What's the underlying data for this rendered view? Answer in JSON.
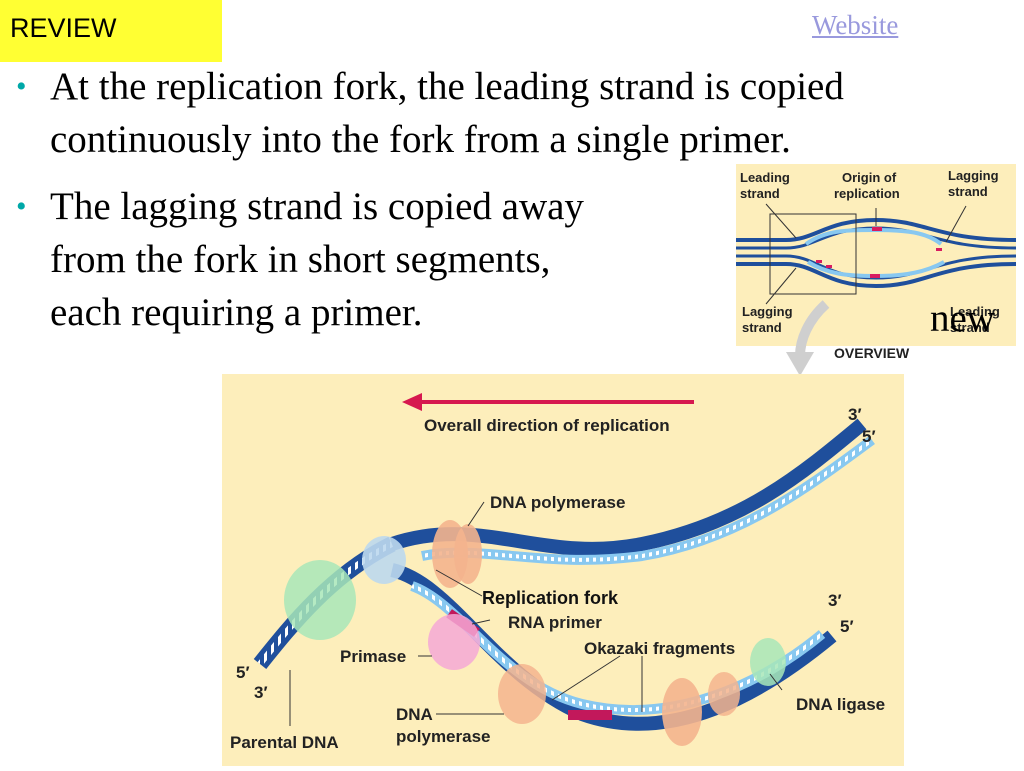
{
  "header": {
    "review_label": "REVIEW",
    "website_link": "Website"
  },
  "bullets": [
    "At the replication fork, the leading strand is copied continuously into the fork from a single primer.",
    "The lagging strand is copied away from the fork in short segments, each requiring a primer."
  ],
  "overlay_word": "new",
  "overview": {
    "leading_strand_top": "Leading strand",
    "origin": "Origin of replication",
    "lagging_strand_top": "Lagging strand",
    "lagging_strand_bottom": "Lagging strand",
    "leading_strand_bottom": "Leading strand",
    "caption": "OVERVIEW"
  },
  "figure": {
    "direction_label": "Overall direction of replication",
    "dna_polymerase_top": "DNA polymerase",
    "replication_fork": "Replication fork",
    "rna_primer": "RNA primer",
    "okazaki": "Okazaki fragments",
    "primase": "Primase",
    "dna_polymerase_bottom": "DNA polymerase",
    "dna_ligase": "DNA ligase",
    "parental_dna": "Parental DNA",
    "end_3_top": "3′",
    "end_5_top": "5′",
    "end_3_mid": "3′",
    "end_5_mid": "5′",
    "end_5_left": "5′",
    "end_3_left": "3′"
  }
}
